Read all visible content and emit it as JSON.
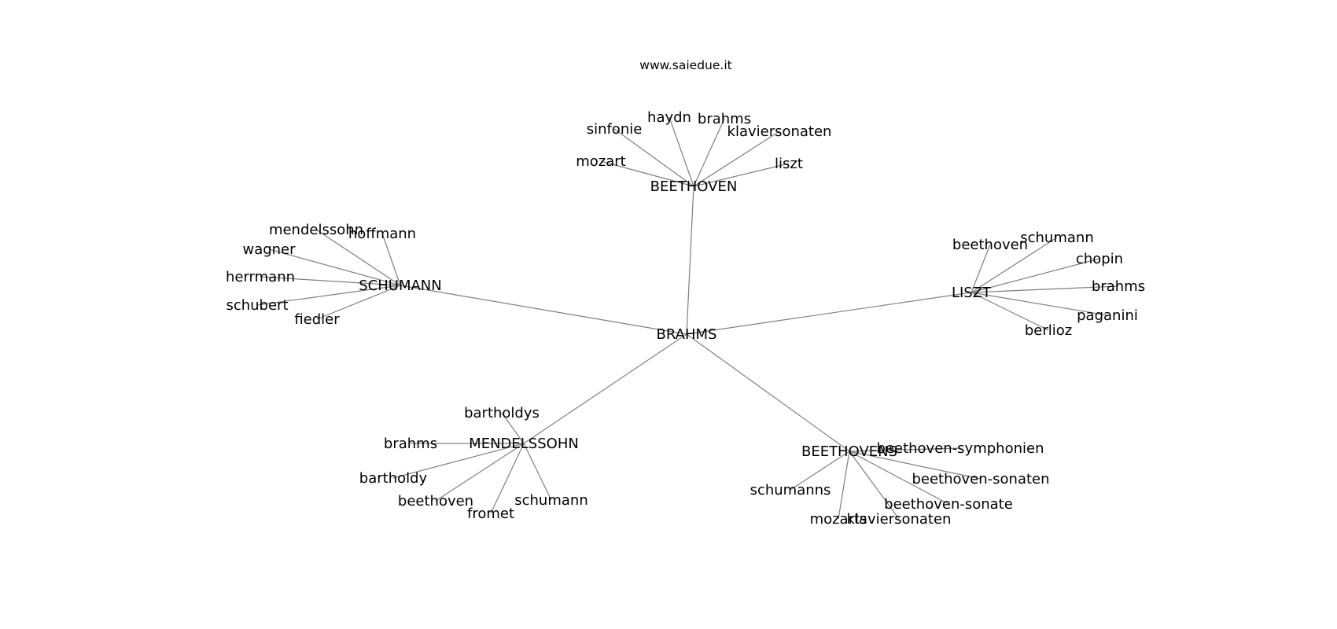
{
  "source_text": "www.saiedue.it",
  "graph": {
    "root": "BRAHMS",
    "clusters": [
      {
        "id": "beethoven",
        "label": "BEETHOVEN",
        "children": [
          "sinfonie",
          "haydn",
          "brahms",
          "klaviersonaten",
          "mozart",
          "liszt"
        ]
      },
      {
        "id": "schumann",
        "label": "SCHUMANN",
        "children": [
          "mendelssohn",
          "hoffmann",
          "wagner",
          "herrmann",
          "schubert",
          "fiedler"
        ]
      },
      {
        "id": "liszt",
        "label": "LISZT",
        "children": [
          "beethoven",
          "schumann",
          "chopin",
          "brahms",
          "paganini",
          "berlioz"
        ]
      },
      {
        "id": "mendelssohn",
        "label": "MENDELSSOHN",
        "children": [
          "bartholdys",
          "brahms",
          "bartholdy",
          "beethoven",
          "fromet",
          "schumann"
        ]
      },
      {
        "id": "beethovens",
        "label": "BEETHOVENS",
        "children": [
          "beethoven-symphonien",
          "beethoven-sonaten",
          "beethoven-sonate",
          "schumanns",
          "mozarts",
          "klaviersonaten"
        ]
      }
    ]
  },
  "style": {
    "edge_color": "#808080",
    "text_color": "#000000",
    "background": "#ffffff"
  }
}
